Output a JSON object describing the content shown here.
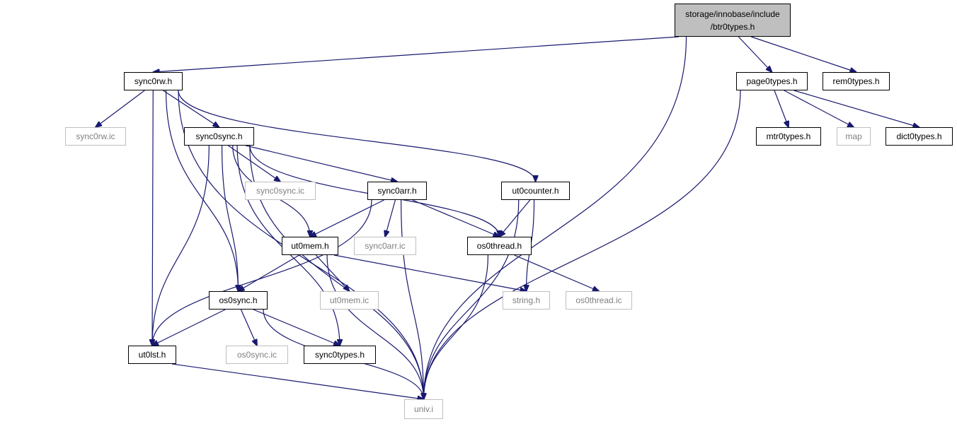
{
  "graph": {
    "edge_color": "#191970",
    "nodes": [
      {
        "id": "btr0types",
        "label": "storage/innobase/include\n/btr0types.h",
        "kind": "root"
      },
      {
        "id": "sync0rw",
        "label": "sync0rw.h",
        "kind": "documented"
      },
      {
        "id": "page0types",
        "label": "page0types.h",
        "kind": "documented"
      },
      {
        "id": "rem0types",
        "label": "rem0types.h",
        "kind": "documented"
      },
      {
        "id": "sync0rw_ic",
        "label": "sync0rw.ic",
        "kind": "missing"
      },
      {
        "id": "sync0sync",
        "label": "sync0sync.h",
        "kind": "documented"
      },
      {
        "id": "mtr0types",
        "label": "mtr0types.h",
        "kind": "documented"
      },
      {
        "id": "map",
        "label": "map",
        "kind": "missing"
      },
      {
        "id": "dict0types",
        "label": "dict0types.h",
        "kind": "documented"
      },
      {
        "id": "sync0sync_ic",
        "label": "sync0sync.ic",
        "kind": "missing"
      },
      {
        "id": "sync0arr",
        "label": "sync0arr.h",
        "kind": "documented"
      },
      {
        "id": "ut0counter",
        "label": "ut0counter.h",
        "kind": "documented"
      },
      {
        "id": "ut0mem",
        "label": "ut0mem.h",
        "kind": "documented"
      },
      {
        "id": "sync0arr_ic",
        "label": "sync0arr.ic",
        "kind": "missing"
      },
      {
        "id": "os0thread",
        "label": "os0thread.h",
        "kind": "documented"
      },
      {
        "id": "os0sync",
        "label": "os0sync.h",
        "kind": "documented"
      },
      {
        "id": "ut0mem_ic",
        "label": "ut0mem.ic",
        "kind": "missing"
      },
      {
        "id": "string",
        "label": "string.h",
        "kind": "missing"
      },
      {
        "id": "os0thread_ic",
        "label": "os0thread.ic",
        "kind": "missing"
      },
      {
        "id": "ut0lst",
        "label": "ut0lst.h",
        "kind": "documented"
      },
      {
        "id": "os0sync_ic",
        "label": "os0sync.ic",
        "kind": "missing"
      },
      {
        "id": "sync0types",
        "label": "sync0types.h",
        "kind": "documented"
      },
      {
        "id": "univ",
        "label": "univ.i",
        "kind": "missing"
      }
    ],
    "edges": [
      {
        "from": "btr0types",
        "to": "sync0rw"
      },
      {
        "from": "btr0types",
        "to": "univ"
      },
      {
        "from": "btr0types",
        "to": "page0types"
      },
      {
        "from": "btr0types",
        "to": "rem0types"
      },
      {
        "from": "sync0rw",
        "to": "sync0rw_ic"
      },
      {
        "from": "sync0rw",
        "to": "sync0sync"
      },
      {
        "from": "sync0rw",
        "to": "univ"
      },
      {
        "from": "sync0rw",
        "to": "ut0lst"
      },
      {
        "from": "sync0rw",
        "to": "os0sync"
      },
      {
        "from": "sync0rw",
        "to": "ut0counter"
      },
      {
        "from": "page0types",
        "to": "mtr0types"
      },
      {
        "from": "page0types",
        "to": "map"
      },
      {
        "from": "page0types",
        "to": "dict0types"
      },
      {
        "from": "page0types",
        "to": "univ"
      },
      {
        "from": "sync0sync",
        "to": "sync0sync_ic"
      },
      {
        "from": "sync0sync",
        "to": "sync0arr"
      },
      {
        "from": "sync0sync",
        "to": "ut0mem"
      },
      {
        "from": "sync0sync",
        "to": "os0thread"
      },
      {
        "from": "sync0sync",
        "to": "os0sync"
      },
      {
        "from": "sync0sync",
        "to": "ut0lst"
      },
      {
        "from": "sync0sync",
        "to": "sync0types"
      },
      {
        "from": "sync0sync",
        "to": "univ"
      },
      {
        "from": "sync0arr",
        "to": "sync0arr_ic"
      },
      {
        "from": "sync0arr",
        "to": "ut0mem"
      },
      {
        "from": "sync0arr",
        "to": "os0thread"
      },
      {
        "from": "sync0arr",
        "to": "ut0lst"
      },
      {
        "from": "sync0arr",
        "to": "univ"
      },
      {
        "from": "ut0counter",
        "to": "os0thread"
      },
      {
        "from": "ut0counter",
        "to": "string"
      },
      {
        "from": "ut0counter",
        "to": "univ"
      },
      {
        "from": "ut0mem",
        "to": "os0sync"
      },
      {
        "from": "ut0mem",
        "to": "ut0mem_ic"
      },
      {
        "from": "ut0mem",
        "to": "string"
      },
      {
        "from": "ut0mem",
        "to": "univ"
      },
      {
        "from": "os0thread",
        "to": "os0thread_ic"
      },
      {
        "from": "os0thread",
        "to": "univ"
      },
      {
        "from": "os0sync",
        "to": "ut0lst"
      },
      {
        "from": "os0sync",
        "to": "os0sync_ic"
      },
      {
        "from": "os0sync",
        "to": "sync0types"
      },
      {
        "from": "os0sync",
        "to": "univ"
      },
      {
        "from": "ut0lst",
        "to": "univ"
      }
    ]
  }
}
